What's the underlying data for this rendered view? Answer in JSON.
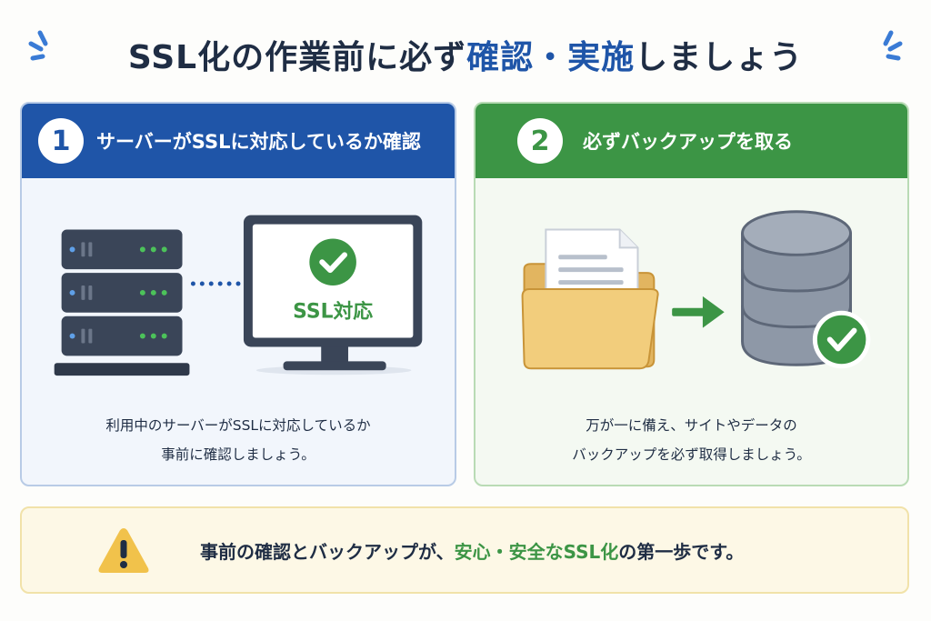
{
  "title": {
    "part1": "SSL化の作業前に必ず",
    "highlight": "確認・実施",
    "part2": "しましょう"
  },
  "colors": {
    "navy": "#1f2d44",
    "blue": "#1f55a8",
    "green": "#3c9545",
    "yellow_bg": "#fdf8e6"
  },
  "card1": {
    "number": "1",
    "title": "サーバーがSSLに対応しているか確認",
    "monitor_label": "SSL対応",
    "desc_line1": "利用中のサーバーがSSLに対応しているか",
    "desc_line2": "事前に確認しましょう。",
    "icons": [
      "server-icon",
      "monitor-icon",
      "check-icon"
    ]
  },
  "card2": {
    "number": "2",
    "title": "必ずバックアップを取る",
    "desc_line1": "万が一に備え、サイトやデータの",
    "desc_line2": "バックアップを必ず取得しましょう。",
    "icons": [
      "folder-document-icon",
      "arrow-right-icon",
      "database-icon",
      "check-icon"
    ]
  },
  "note": {
    "part1": "事前の確認とバックアップが、",
    "highlight": "安心・安全なSSL化",
    "part2": "の第一歩です。",
    "icon": "warning-icon"
  }
}
